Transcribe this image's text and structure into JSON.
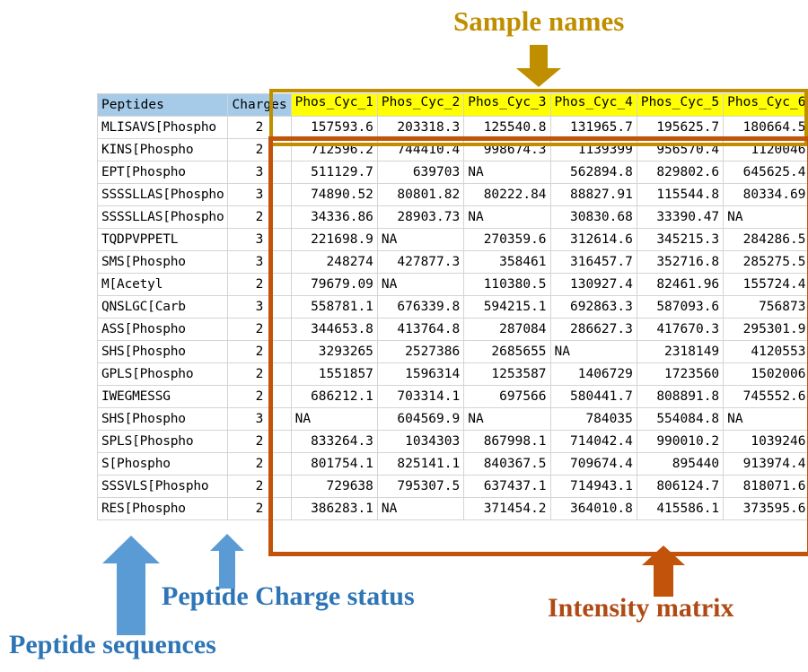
{
  "annotations": {
    "sample_names": "Sample names",
    "peptide_charge_status": "Peptide Charge status",
    "peptide_sequences": "Peptide sequences",
    "intensity_matrix": "Intensity matrix",
    "colors": {
      "sample_names": "#BF8F00",
      "peptide_blue": "#2E75B6",
      "intensity_orange": "#B04A14",
      "intensity_border": "#C1530B",
      "header_blue": "#A6CBE8",
      "sample_header_yellow": "#FFFF00"
    }
  },
  "table": {
    "headers": {
      "peptides": "Peptides",
      "charges": "Charges",
      "samples": [
        "Phos_Cyc_1",
        "Phos_Cyc_2",
        "Phos_Cyc_3",
        "Phos_Cyc_4",
        "Phos_Cyc_5",
        "Phos_Cyc_6"
      ]
    },
    "rows": [
      {
        "peptide": "MLISAVS[Phospho",
        "charge": "2",
        "values": [
          "157593.6",
          "203318.3",
          "125540.8",
          "131965.7",
          "195625.7",
          "180664.5"
        ]
      },
      {
        "peptide": "KINS[Phospho",
        "charge": "2",
        "values": [
          "712596.2",
          "744410.4",
          "998674.3",
          "1139399",
          "956570.4",
          "1120046"
        ]
      },
      {
        "peptide": "EPT[Phospho",
        "charge": "3",
        "values": [
          "511129.7",
          "639703",
          "NA",
          "562894.8",
          "829802.6",
          "645625.4"
        ]
      },
      {
        "peptide": "SSSSLLAS[Phospho",
        "charge": "3",
        "values": [
          "74890.52",
          "80801.82",
          "80222.84",
          "88827.91",
          "115544.8",
          "80334.69"
        ]
      },
      {
        "peptide": "SSSSLLAS[Phospho",
        "charge": "2",
        "values": [
          "34336.86",
          "28903.73",
          "NA",
          "30830.68",
          "33390.47",
          "NA"
        ]
      },
      {
        "peptide": "TQDPVPPETL",
        "charge": "3",
        "values": [
          "221698.9",
          "NA",
          "270359.6",
          "312614.6",
          "345215.3",
          "284286.5"
        ]
      },
      {
        "peptide": "SMS[Phospho",
        "charge": "3",
        "values": [
          "248274",
          "427877.3",
          "358461",
          "316457.7",
          "352716.8",
          "285275.5"
        ]
      },
      {
        "peptide": "M[Acetyl",
        "charge": "2",
        "values": [
          "79679.09",
          "NA",
          "110380.5",
          "130927.4",
          "82461.96",
          "155724.4"
        ]
      },
      {
        "peptide": "QNSLGC[Carb",
        "charge": "3",
        "values": [
          "558781.1",
          "676339.8",
          "594215.1",
          "692863.3",
          "587093.6",
          "756873"
        ]
      },
      {
        "peptide": "ASS[Phospho",
        "charge": "2",
        "values": [
          "344653.8",
          "413764.8",
          "287084",
          "286627.3",
          "417670.3",
          "295301.9"
        ]
      },
      {
        "peptide": "SHS[Phospho",
        "charge": "2",
        "values": [
          "3293265",
          "2527386",
          "2685655",
          "NA",
          "2318149",
          "4120553"
        ]
      },
      {
        "peptide": "GPLS[Phospho",
        "charge": "2",
        "values": [
          "1551857",
          "1596314",
          "1253587",
          "1406729",
          "1723560",
          "1502006"
        ]
      },
      {
        "peptide": "IWEGMESSG",
        "charge": "2",
        "values": [
          "686212.1",
          "703314.1",
          "697566",
          "580441.7",
          "808891.8",
          "745552.6"
        ]
      },
      {
        "peptide": "SHS[Phospho",
        "charge": "3",
        "values": [
          "NA",
          "604569.9",
          "NA",
          "784035",
          "554084.8",
          "NA"
        ]
      },
      {
        "peptide": "SPLS[Phospho",
        "charge": "2",
        "values": [
          "833264.3",
          "1034303",
          "867998.1",
          "714042.4",
          "990010.2",
          "1039246"
        ]
      },
      {
        "peptide": "S[Phospho",
        "charge": "2",
        "values": [
          "801754.1",
          "825141.1",
          "840367.5",
          "709674.4",
          "895440",
          "913974.4"
        ]
      },
      {
        "peptide": "SSSVLS[Phospho",
        "charge": "2",
        "values": [
          "729638",
          "795307.5",
          "637437.1",
          "714943.1",
          "806124.7",
          "818071.6"
        ]
      },
      {
        "peptide": "RES[Phospho",
        "charge": "2",
        "values": [
          "386283.1",
          "NA",
          "371454.2",
          "364010.8",
          "415586.1",
          "373595.6"
        ]
      }
    ]
  }
}
